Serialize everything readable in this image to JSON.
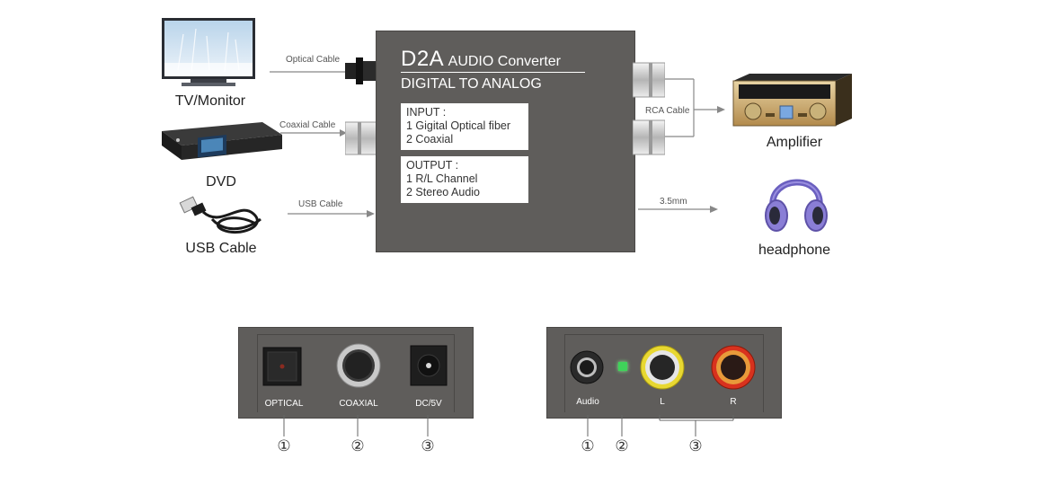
{
  "sources": {
    "tv_label": "TV/Monitor",
    "dvd_label": "DVD",
    "usb_label": "USB Cable"
  },
  "cables": {
    "optical": "Optical Cable",
    "coaxial": "Coaxial Cable",
    "usb": "USB Cable",
    "rca": "RCA Cable",
    "jack": "3.5mm"
  },
  "converter": {
    "title_big": "D2A",
    "title_small": "AUDIO  Converter",
    "subtitle": "DIGITAL TO ANALOG",
    "input_heading": "INPUT :",
    "input_items": [
      "1 Gigital Optical fiber",
      "2 Coaxial"
    ],
    "output_heading": "OUTPUT :",
    "output_items": [
      "1 R/L Channel",
      "2 Stereo Audio"
    ]
  },
  "outputs": {
    "amplifier_label": "Amplifier",
    "headphone_label": "headphone"
  },
  "front_panel": {
    "ports": [
      "OPTICAL",
      "COAXIAL",
      "DC/5V"
    ],
    "numbers": [
      "①",
      "②",
      "③"
    ]
  },
  "back_panel": {
    "ports": [
      "Audio",
      "L",
      "R"
    ],
    "numbers": [
      "①",
      "②",
      "③"
    ]
  },
  "colors": {
    "device_body": "#5f5d5b",
    "rca_left_ring": "#e8d832",
    "rca_right_ring": "#d8321e",
    "led": "#3fd45a"
  }
}
